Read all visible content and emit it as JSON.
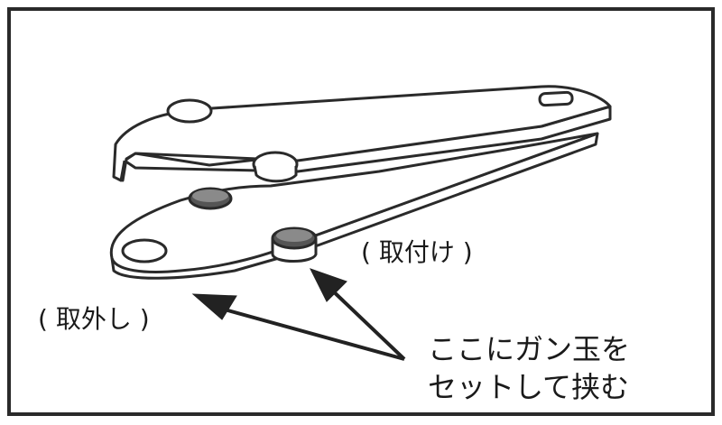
{
  "labels": {
    "attach": "( 取付け )",
    "remove": "( 取外し )",
    "instruction_line1": "ここにガン玉を",
    "instruction_line2": "セットして挟む"
  },
  "colors": {
    "line": "#2a2a2a",
    "fill": "#ffffff",
    "ball": "#555555",
    "arrow": "#222222"
  }
}
